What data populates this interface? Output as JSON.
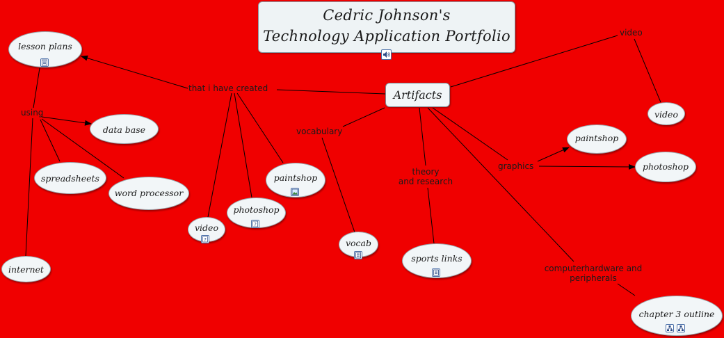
{
  "title": {
    "line1": "Cedric Johnson's",
    "line2": "Technology Application Portfolio"
  },
  "center": {
    "label": "Artifacts"
  },
  "nodes": {
    "lesson_plans": "lesson plans",
    "data_base": "data base",
    "spreadsheets": "spreadsheets",
    "word_processor": "word processor",
    "internet": "internet",
    "paintshop_created": "paintshop",
    "photoshop_created": "photoshop",
    "video_created": "video",
    "vocab": "vocab",
    "sports_links": "sports links",
    "paintshop_graphics": "paintshop",
    "photoshop_graphics": "photoshop",
    "video": "video",
    "chapter3": "chapter 3 outline"
  },
  "links": {
    "that_i_have_created": "that i have created",
    "using": "using",
    "vocabulary": "vocabulary",
    "theory_line1": "theory",
    "theory_line2": "and research",
    "graphics": "graphics",
    "video": "video",
    "hardware_line1": "computerhardware and",
    "hardware_line2": "peripherals"
  },
  "icons": {
    "title": "speaker-icon",
    "lesson_plans": "document-icon",
    "paintshop_created": "image-icon",
    "photoshop_created": "unknown-file-icon",
    "video_created": "unknown-file-icon",
    "vocab": "document-icon",
    "sports_links": "document-icon",
    "chapter3": "sitemap-icon"
  },
  "colors": {
    "background": "#f00000",
    "node_fill": "#f2f6f8",
    "line": "#000000"
  }
}
